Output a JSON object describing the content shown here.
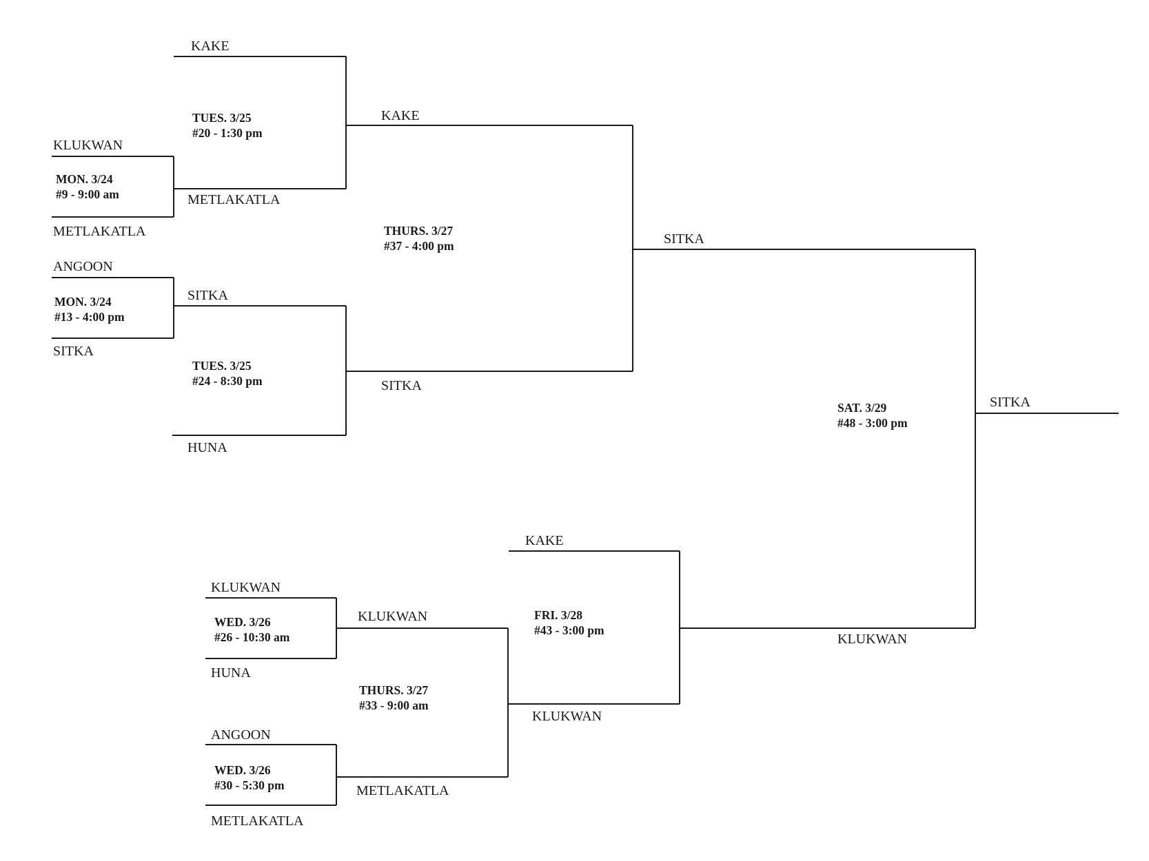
{
  "colors": {
    "ink": "#1a1a1a",
    "background": "#ffffff"
  },
  "teams": {
    "r1_g9_top": "KLUKWAN",
    "r1_g9_bottom": "METLAKATLA",
    "r1_g13_top": "ANGOON",
    "r1_g13_bottom": "SITKA",
    "r2_g20_top": "KAKE",
    "r2_g20_bottom": "METLAKATLA",
    "r2_g24_top": "SITKA",
    "r2_g24_bottom": "HUNA",
    "r3_g37_top": "KAKE",
    "r3_g37_bottom": "SITKA",
    "r4_g48_top": "SITKA",
    "r4_g48_bottom": "KLUKWAN",
    "champion": "SITKA",
    "l1_g26_top": "KLUKWAN",
    "l1_g26_bottom": "HUNA",
    "l1_g30_top": "ANGOON",
    "l1_g30_bottom": "METLAKATLA",
    "l2_g33_top": "KLUKWAN",
    "l2_g33_bottom": "METLAKATLA",
    "l3_g43_top": "KAKE",
    "l3_g43_bottom": "KLUKWAN"
  },
  "games": {
    "g9": {
      "day": "MON. 3/24",
      "info": "#9 - 9:00 am"
    },
    "g13": {
      "day": "MON. 3/24",
      "info": "#13 - 4:00 pm"
    },
    "g20": {
      "day": "TUES. 3/25",
      "info": "#20 - 1:30 pm"
    },
    "g24": {
      "day": "TUES. 3/25",
      "info": "#24 - 8:30 pm"
    },
    "g37": {
      "day": "THURS. 3/27",
      "info": "#37 - 4:00 pm"
    },
    "g48": {
      "day": "SAT. 3/29",
      "info": "#48 - 3:00 pm"
    },
    "g26": {
      "day": "WED. 3/26",
      "info": "#26 - 10:30 am"
    },
    "g30": {
      "day": "WED. 3/26",
      "info": "#30 - 5:30 pm"
    },
    "g33": {
      "day": "THURS. 3/27",
      "info": "#33 - 9:00 am"
    },
    "g43": {
      "day": "FRI. 3/28",
      "info": "#43 - 3:00 pm"
    }
  }
}
